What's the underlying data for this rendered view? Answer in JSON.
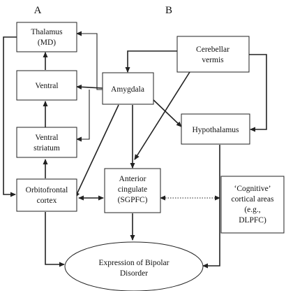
{
  "panels": {
    "a": "A",
    "b": "B"
  },
  "nodes": {
    "thalamus": [
      "Thalamus",
      "(MD)"
    ],
    "ventral": [
      "Ventral"
    ],
    "ventral_striatum": [
      "Ventral",
      "striatum"
    ],
    "orbitofrontal": [
      "Orbitofrontal",
      "cortex"
    ],
    "amygdala": [
      "Amygdala"
    ],
    "cerebellar_vermis": [
      "Cerebellar",
      "vermis"
    ],
    "hypothalamus": [
      "Hypothalamus"
    ],
    "anterior_cingulate": [
      "Anterior",
      "cingulate",
      "(SGPFC)"
    ],
    "cognitive": [
      "‘Cognitive’",
      "cortical areas",
      "(e.g.,",
      "DLPFC)"
    ],
    "expression": [
      "Expression of Bipolar",
      "Disorder"
    ]
  },
  "colors": {
    "line": "#222222",
    "background": "#ffffff"
  }
}
